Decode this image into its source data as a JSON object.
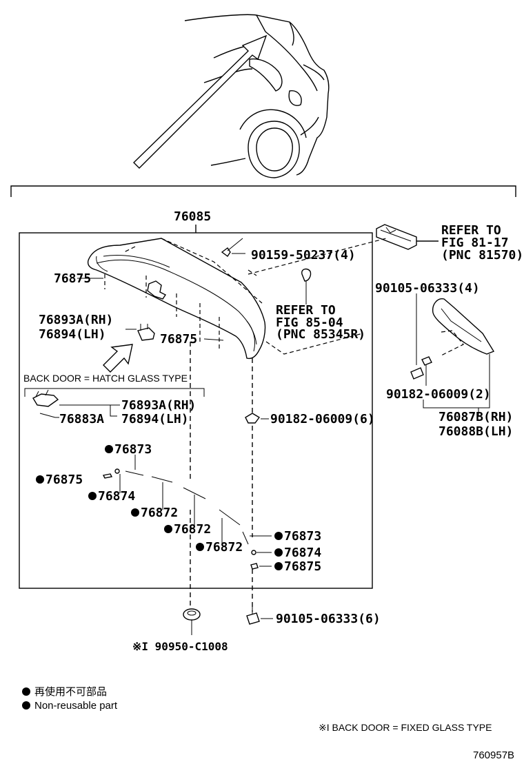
{
  "figure": {
    "top_assembly": "76085",
    "bracket_number": "",
    "footer_code": "760957B",
    "fixed_glass_note": "※I BACK DOOR = FIXED GLASS TYPE"
  },
  "callouts": {
    "p76875_a": "76875",
    "p76893a_rh_a": "76893A(RH)",
    "p76894_lh_a": "76894(LH)",
    "p76875_b": "76875",
    "p90159": "90159-50237(4)",
    "refer1_l1": "REFER TO",
    "refer1_l2": "FIG 81-17",
    "refer1_l3": "(PNC 81570)",
    "refer2_l1": "REFER TO",
    "refer2_l2": "FIG 85-04",
    "refer2_l3": "(PNC 85345R)",
    "p90105_4": "90105-06333(4)",
    "p90182_2": "90182-06009(2)",
    "p76087b": "76087B(RH)",
    "p76088b": "76088B(LH)",
    "hatch_header": "BACK DOOR = HATCH GLASS TYPE",
    "p76893a_rh_b": "76893A(RH)",
    "p76894_lh_b": "76894(LH)",
    "p76883a": "76883A",
    "p90182_6": "90182-06009(6)",
    "p76873_a": "76873",
    "p76875_c": "76875",
    "p76874_a": "76874",
    "p76872_a": "76872",
    "p76872_b": "76872",
    "p76872_c": "76872",
    "p76873_b": "76873",
    "p76874_b": "76874",
    "p76875_d": "76875",
    "p90105_6": "90105-06333(6)",
    "p90950": "※I 90950-C1008"
  },
  "legend": {
    "japanese": "再使用不可部品",
    "english": "Non-reusable part"
  }
}
